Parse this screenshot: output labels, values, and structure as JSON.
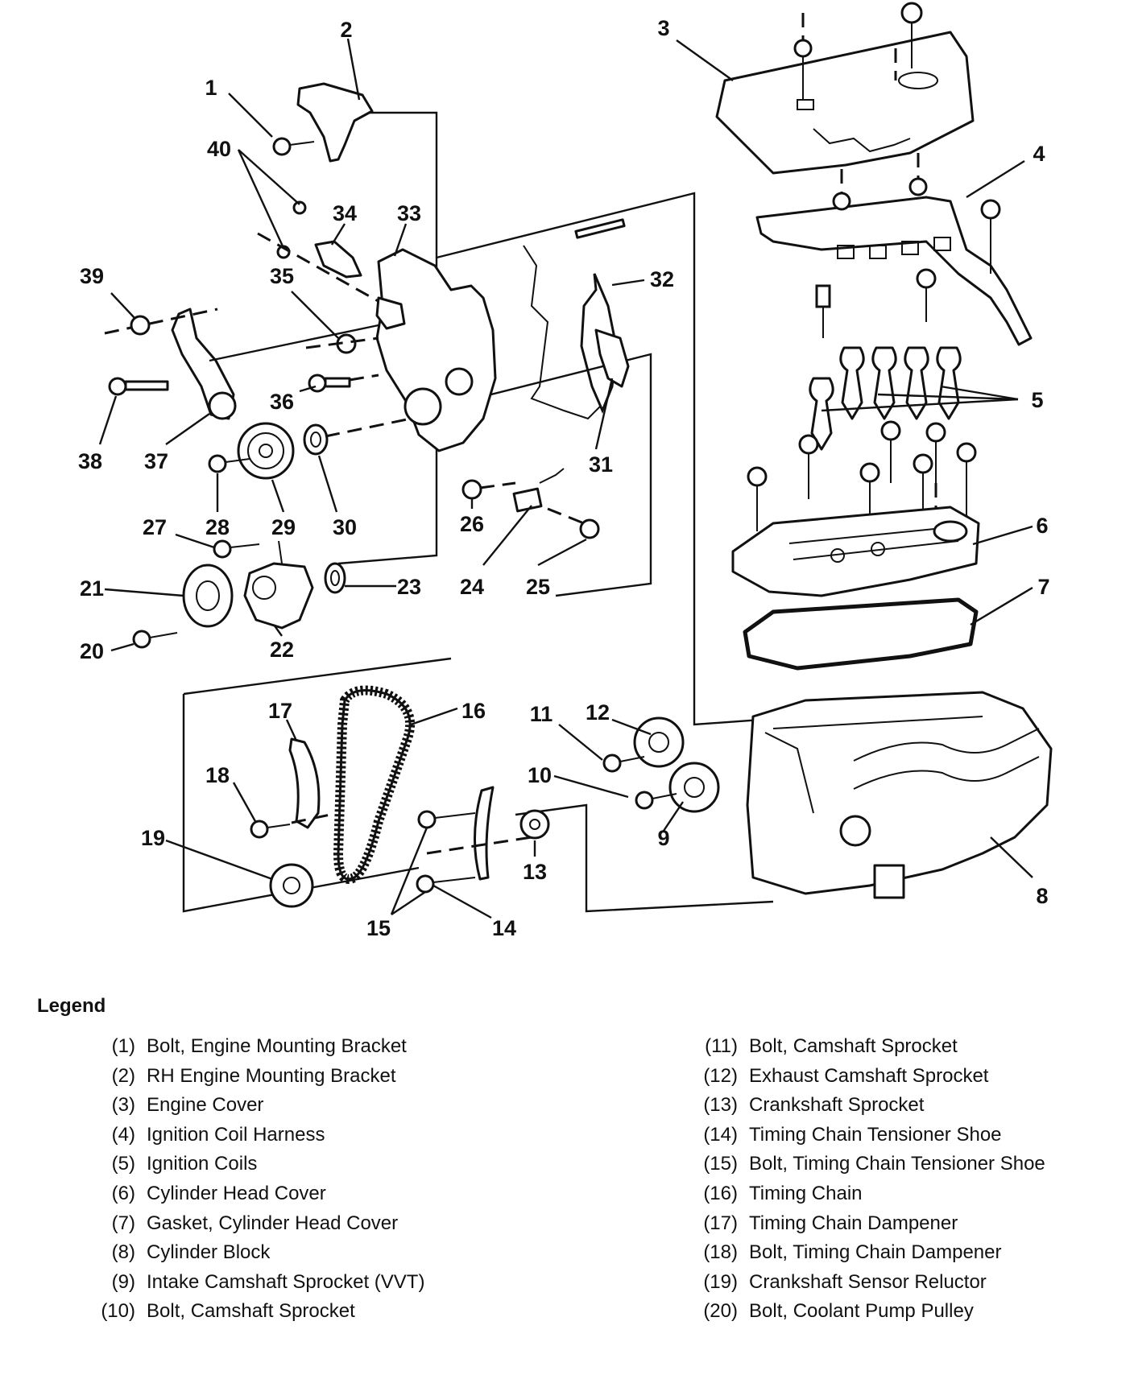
{
  "labels": {
    "1": "1",
    "2": "2",
    "3": "3",
    "4": "4",
    "5": "5",
    "6": "6",
    "7": "7",
    "8": "8",
    "9": "9",
    "10": "10",
    "11": "11",
    "12": "12",
    "13": "13",
    "14": "14",
    "15": "15",
    "16": "16",
    "17": "17",
    "18": "18",
    "19": "19",
    "20": "20",
    "21": "21",
    "22": "22",
    "23": "23",
    "24": "24",
    "25": "25",
    "26": "26",
    "27": "27",
    "28": "28",
    "29": "29",
    "30": "30",
    "31": "31",
    "32": "32",
    "33": "33",
    "34": "34",
    "35": "35",
    "36": "36",
    "37": "37",
    "38": "38",
    "39": "39",
    "40": "40"
  },
  "legend": {
    "title": "Legend",
    "left": [
      {
        "num": "(1)",
        "text": "Bolt, Engine Mounting Bracket"
      },
      {
        "num": "(2)",
        "text": "RH Engine Mounting Bracket"
      },
      {
        "num": "(3)",
        "text": "Engine Cover"
      },
      {
        "num": "(4)",
        "text": "Ignition Coil Harness"
      },
      {
        "num": "(5)",
        "text": "Ignition Coils"
      },
      {
        "num": "(6)",
        "text": "Cylinder Head Cover"
      },
      {
        "num": "(7)",
        "text": "Gasket, Cylinder Head Cover"
      },
      {
        "num": "(8)",
        "text": "Cylinder Block"
      },
      {
        "num": "(9)",
        "text": "Intake Camshaft Sprocket (VVT)"
      },
      {
        "num": "(10)",
        "text": "Bolt, Camshaft Sprocket"
      }
    ],
    "right": [
      {
        "num": "(11)",
        "text": "Bolt, Camshaft Sprocket"
      },
      {
        "num": "(12)",
        "text": "Exhaust Camshaft Sprocket"
      },
      {
        "num": "(13)",
        "text": "Crankshaft Sprocket"
      },
      {
        "num": "(14)",
        "text": "Timing Chain Tensioner Shoe"
      },
      {
        "num": "(15)",
        "text": "Bolt, Timing Chain Tensioner Shoe"
      },
      {
        "num": "(16)",
        "text": "Timing Chain"
      },
      {
        "num": "(17)",
        "text": "Timing Chain Dampener"
      },
      {
        "num": "(18)",
        "text": "Bolt, Timing Chain Dampener"
      },
      {
        "num": "(19)",
        "text": "Crankshaft Sensor Reluctor"
      },
      {
        "num": "(20)",
        "text": "Bolt, Coolant Pump Pulley"
      }
    ]
  }
}
